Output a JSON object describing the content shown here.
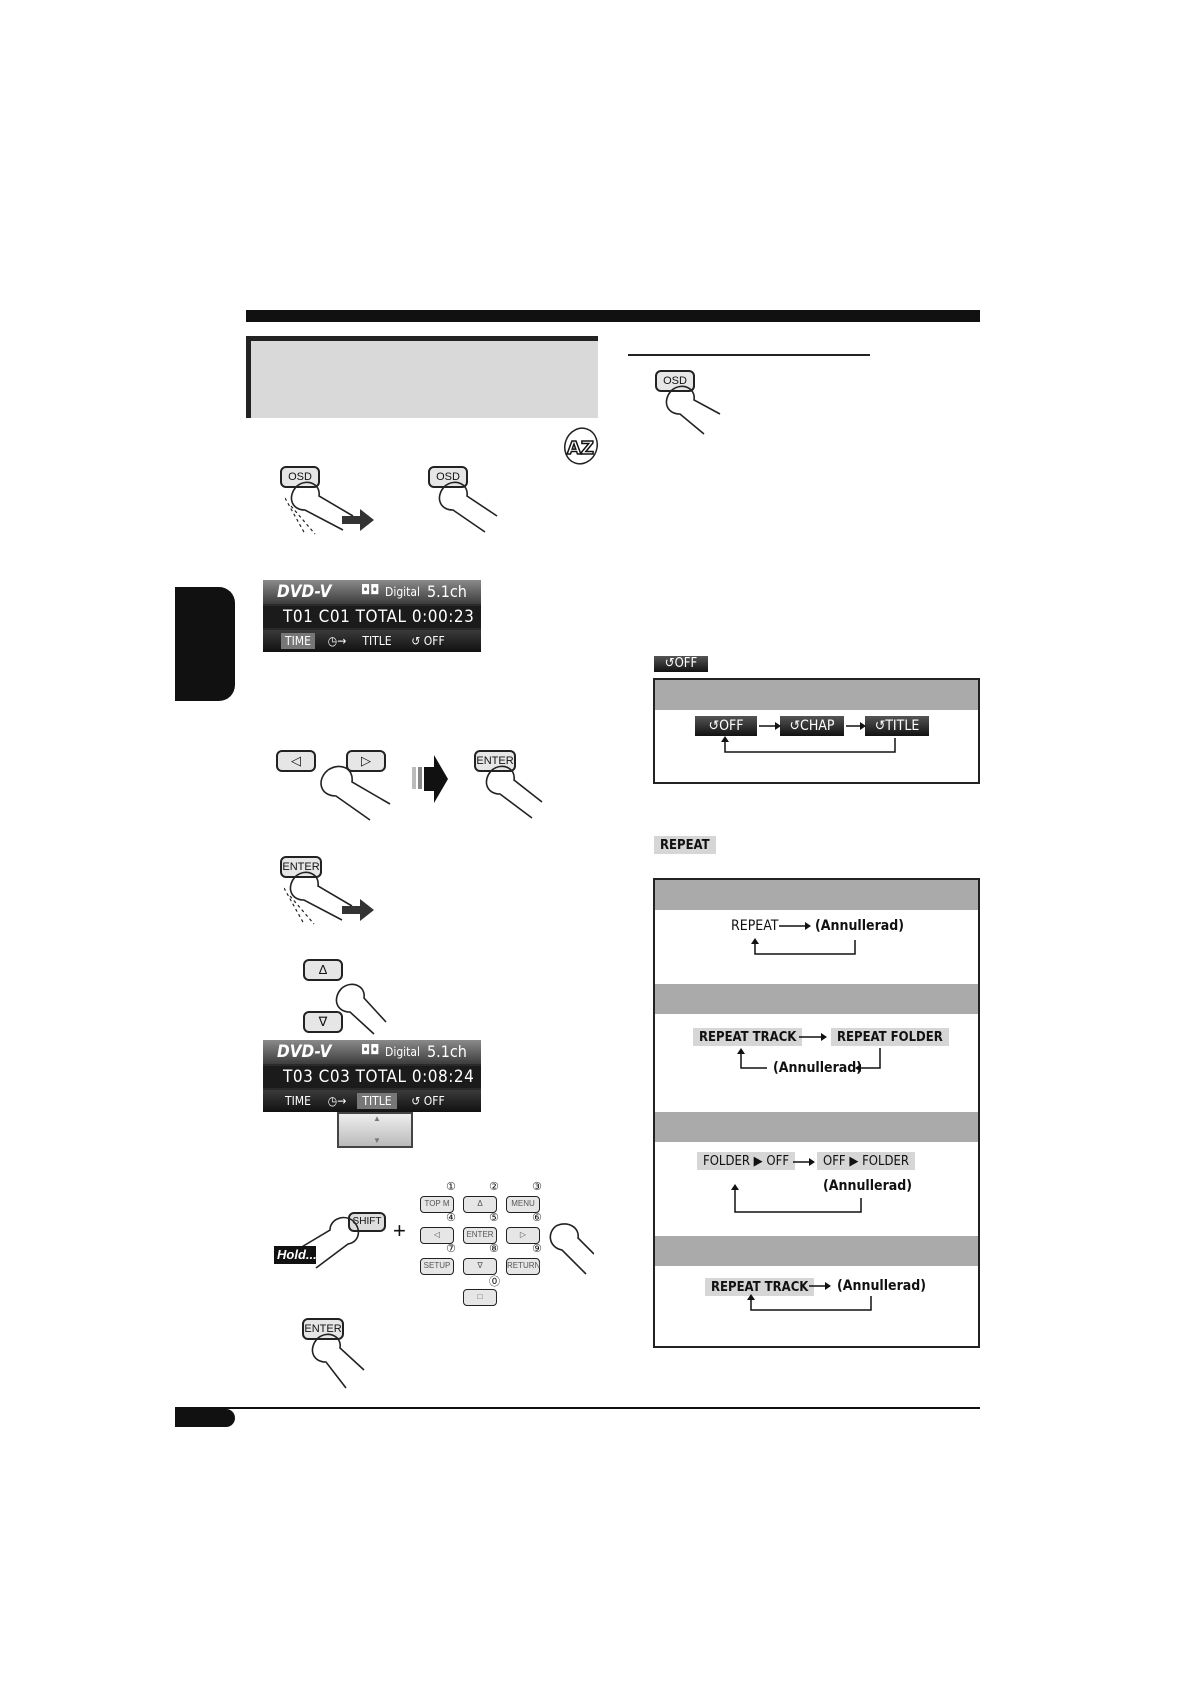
{
  "osd_buttons": {
    "osd": "OSD",
    "enter": "ENTER",
    "shift": "SHIFT",
    "hold": "Hold...",
    "plus": "+"
  },
  "osd_display_1": {
    "source": "DVD-V",
    "audio": "Digital",
    "channels": "5.1ch",
    "status": "T01 C01 TOTAL 0:00:23 ▶",
    "menu": [
      "TIME",
      "◷→",
      "TITLE",
      "↺ OFF"
    ]
  },
  "osd_display_2": {
    "source": "DVD-V",
    "audio": "Digital",
    "channels": "5.1ch",
    "status": "T03 C03 TOTAL 0:08:24 ▶",
    "menu": [
      "TIME",
      "◷→",
      "TITLE",
      "↺ OFF"
    ]
  },
  "repeat_off_chip": "↺OFF",
  "repeat_dvd_flow": [
    "↺OFF",
    "↺CHAP",
    "↺TITLE"
  ],
  "repeat_chip": "REPEAT",
  "flow_1": {
    "a": "REPEAT",
    "b": "(Annullerad)"
  },
  "flow_2": {
    "a": "REPEAT TRACK",
    "b": "REPEAT FOLDER",
    "c": "(Annullerad)"
  },
  "flow_3": {
    "a": "FOLDER ▶ OFF",
    "b": "OFF ▶ FOLDER",
    "c": "(Annullerad)"
  },
  "flow_4": {
    "a": "REPEAT TRACK",
    "b": "(Annullerad)"
  },
  "keypad": {
    "keys": [
      "TOP M",
      "Δ",
      "MENU",
      "◁",
      "ENTER",
      "▷",
      "SETUP",
      "∇",
      "RETURN",
      "□"
    ],
    "numbers": [
      "①",
      "②",
      "③",
      "④",
      "⑤",
      "⑥",
      "⑦",
      "⑧",
      "⑨",
      "⓪"
    ]
  },
  "colors": {
    "band": "#111111",
    "title_box": "#d9d9d9",
    "table_header": "#aaaaaa",
    "chip": "#d6d6d6"
  }
}
